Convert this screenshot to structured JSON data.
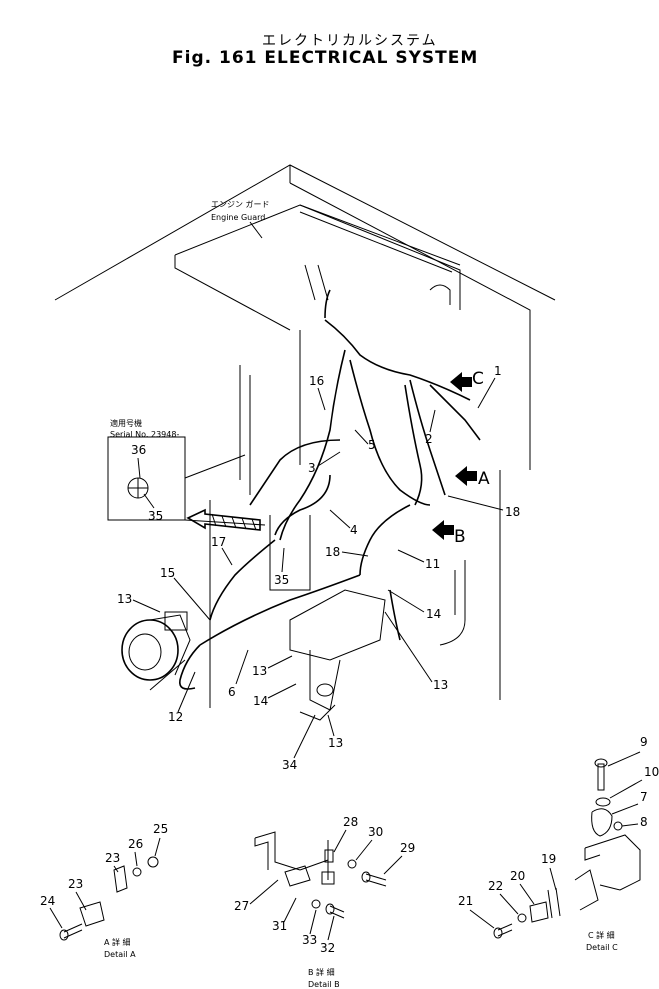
{
  "title_jp": "エレクトリカルシステム",
  "title_en": "Fig. 161 ELECTRICAL SYSTEM",
  "notes": {
    "engine_guard_jp": "エンジン ガード",
    "engine_guard_en": "Engine Guard",
    "serial_jp": "適用号機",
    "serial_en": "Serial No. 23948-"
  },
  "view_arrows": [
    "C",
    "A",
    "B"
  ],
  "details": {
    "a_jp": "A 詳 細",
    "a_en": "Detail A",
    "b_jp": "B 詳 細",
    "b_en": "Detail B",
    "c_jp": "C 詳 細",
    "c_en": "Detail C"
  },
  "callouts": [
    "1",
    "2",
    "3",
    "4",
    "5",
    "6",
    "7",
    "8",
    "9",
    "10",
    "11",
    "12",
    "13",
    "14",
    "15",
    "16",
    "17",
    "18",
    "19",
    "20",
    "21",
    "22",
    "23",
    "24",
    "25",
    "26",
    "27",
    "28",
    "29",
    "30",
    "31",
    "32",
    "33",
    "34",
    "35",
    "36"
  ]
}
